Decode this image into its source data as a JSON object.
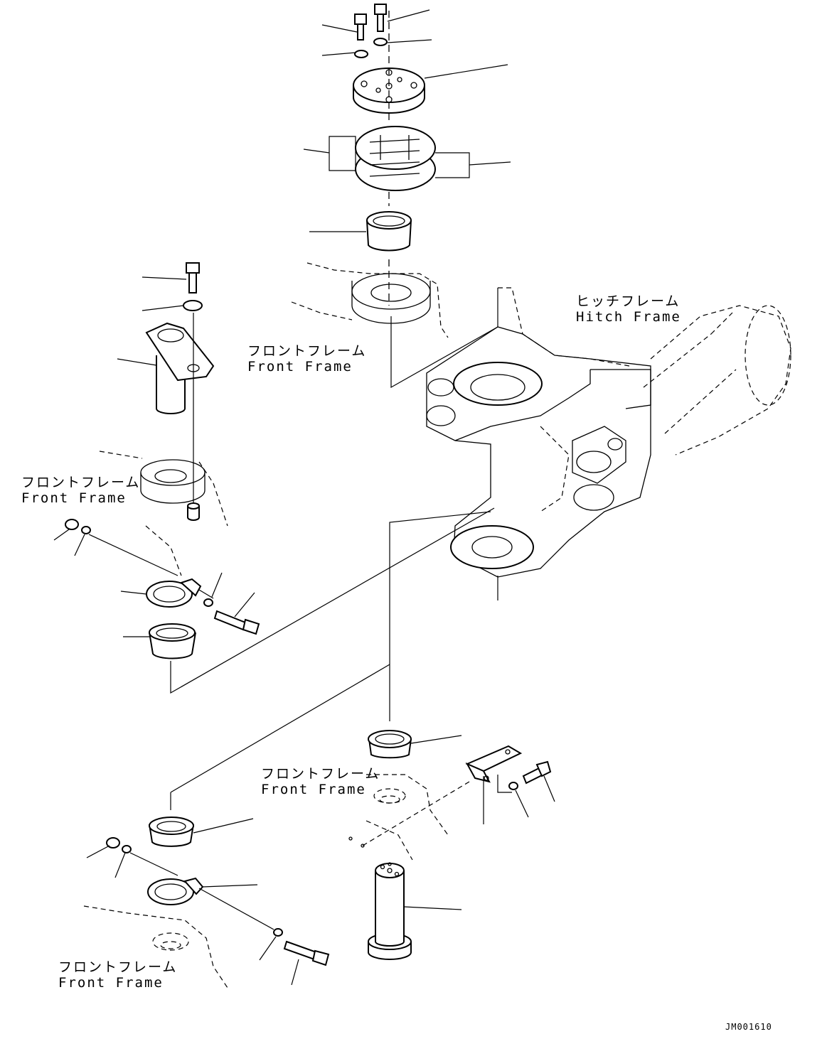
{
  "labels": {
    "hitch_frame": {
      "jp": "ヒッチフレーム",
      "en": "Hitch Frame"
    },
    "front_frame_1": {
      "jp": "フロントフレーム",
      "en": "Front Frame"
    },
    "front_frame_2": {
      "jp": "フロントフレーム",
      "en": "Front Frame"
    },
    "front_frame_3": {
      "jp": "フロントフレーム",
      "en": "Front Frame"
    },
    "front_frame_4": {
      "jp": "フロントフレーム",
      "en": "Front Frame"
    }
  },
  "drawing_code": "JM001610"
}
